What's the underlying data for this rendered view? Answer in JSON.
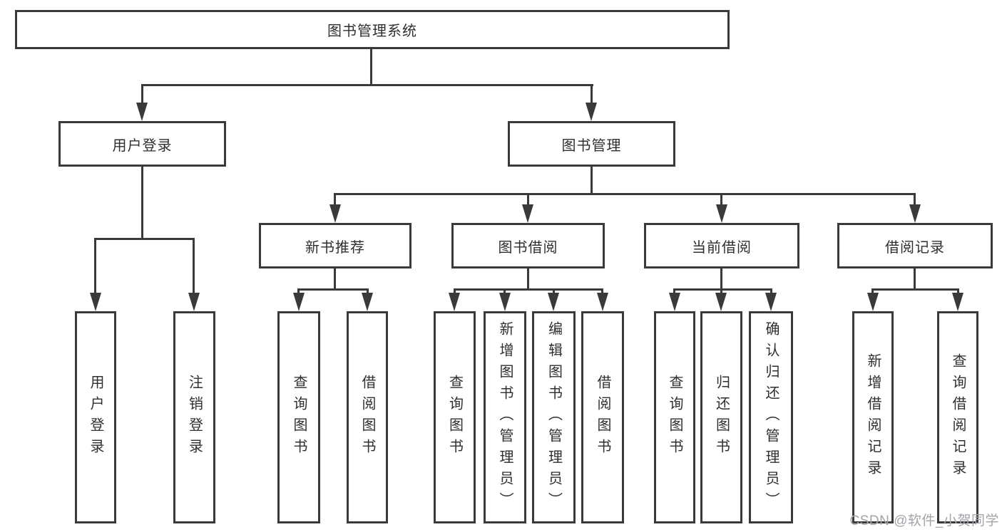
{
  "diagram": {
    "root": {
      "label": "图书管理系统"
    },
    "level2": [
      {
        "label": "用户登录"
      },
      {
        "label": "图书管理"
      }
    ],
    "level3": [
      {
        "label": "新书推荐",
        "parent": "图书管理"
      },
      {
        "label": "图书借阅",
        "parent": "图书管理"
      },
      {
        "label": "当前借阅",
        "parent": "图书管理"
      },
      {
        "label": "借阅记录",
        "parent": "图书管理"
      }
    ],
    "leaves": [
      {
        "label": "用户登录",
        "parent": "用户登录"
      },
      {
        "label": "注销登录",
        "parent": "用户登录"
      },
      {
        "label": "查询图书",
        "parent": "新书推荐"
      },
      {
        "label": "借阅图书",
        "parent": "新书推荐"
      },
      {
        "label": "查询图书",
        "parent": "图书借阅"
      },
      {
        "label": "新增图书（管理员）",
        "parent": "图书借阅"
      },
      {
        "label": "编辑图书（管理员）",
        "parent": "图书借阅"
      },
      {
        "label": "借阅图书",
        "parent": "图书借阅"
      },
      {
        "label": "查询图书",
        "parent": "当前借阅"
      },
      {
        "label": "归还图书",
        "parent": "当前借阅"
      },
      {
        "label": "确认归还（管理员）",
        "parent": "当前借阅"
      },
      {
        "label": "新增借阅记录",
        "parent": "借阅记录"
      },
      {
        "label": "查询借阅记录",
        "parent": "借阅记录"
      }
    ],
    "colors": {
      "line": "#3a3a3a",
      "text": "#2f2f2f"
    }
  },
  "watermark": {
    "text": "CSDN @软件_小贺同学",
    "color": "#a5a2aa"
  }
}
